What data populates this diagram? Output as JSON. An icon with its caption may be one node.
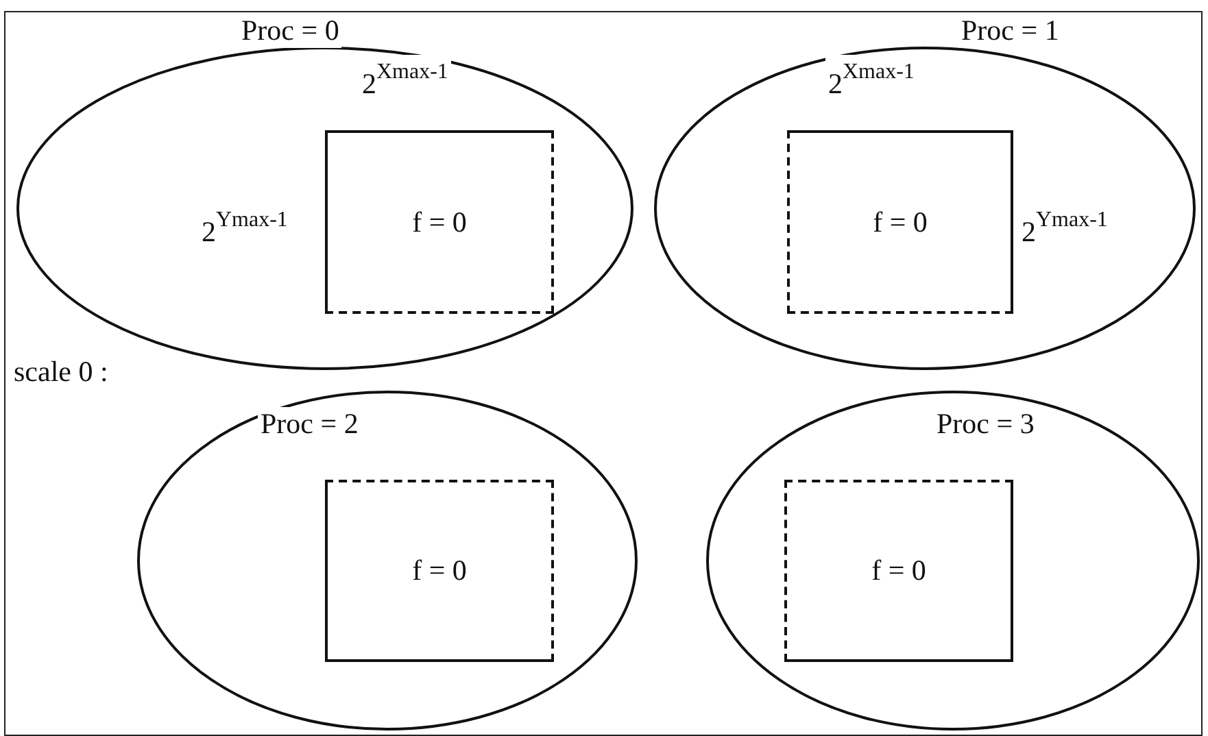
{
  "diagram": {
    "nodes": [
      {
        "text": [
          "Proc = 0"
        ]
      },
      {
        "text": [
          "f = 0"
        ],
        "in": 0
      },
      {
        "text": [
          "Proc = 1"
        ]
      },
      {
        "text": [
          "f = 0"
        ],
        "in": 2
      },
      {
        "text": [
          "Proc = 2"
        ]
      },
      {
        "text": [
          "f = 0"
        ],
        "in": 4
      },
      {
        "text": [
          "Proc = 3"
        ]
      },
      {
        "text": [
          "f = 0"
        ],
        "in": 6
      }
    ],
    "edges": [],
    "labels": [
      "2$^{Xmax-1}$",
      "2$^{Ymax-1}$",
      "2$^{Xmax-1}$",
      "2$^{Ymax-1}$",
      "scale 0 :"
    ]
  }
}
